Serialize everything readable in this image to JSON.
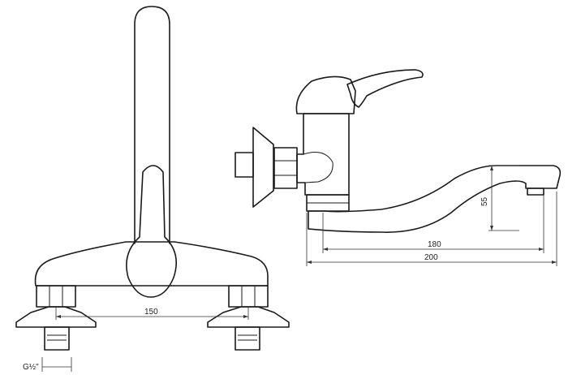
{
  "dimensions": {
    "front_width": "150",
    "thread": "G½\"",
    "side_height": "55",
    "side_reach": "180",
    "side_overall": "200"
  }
}
